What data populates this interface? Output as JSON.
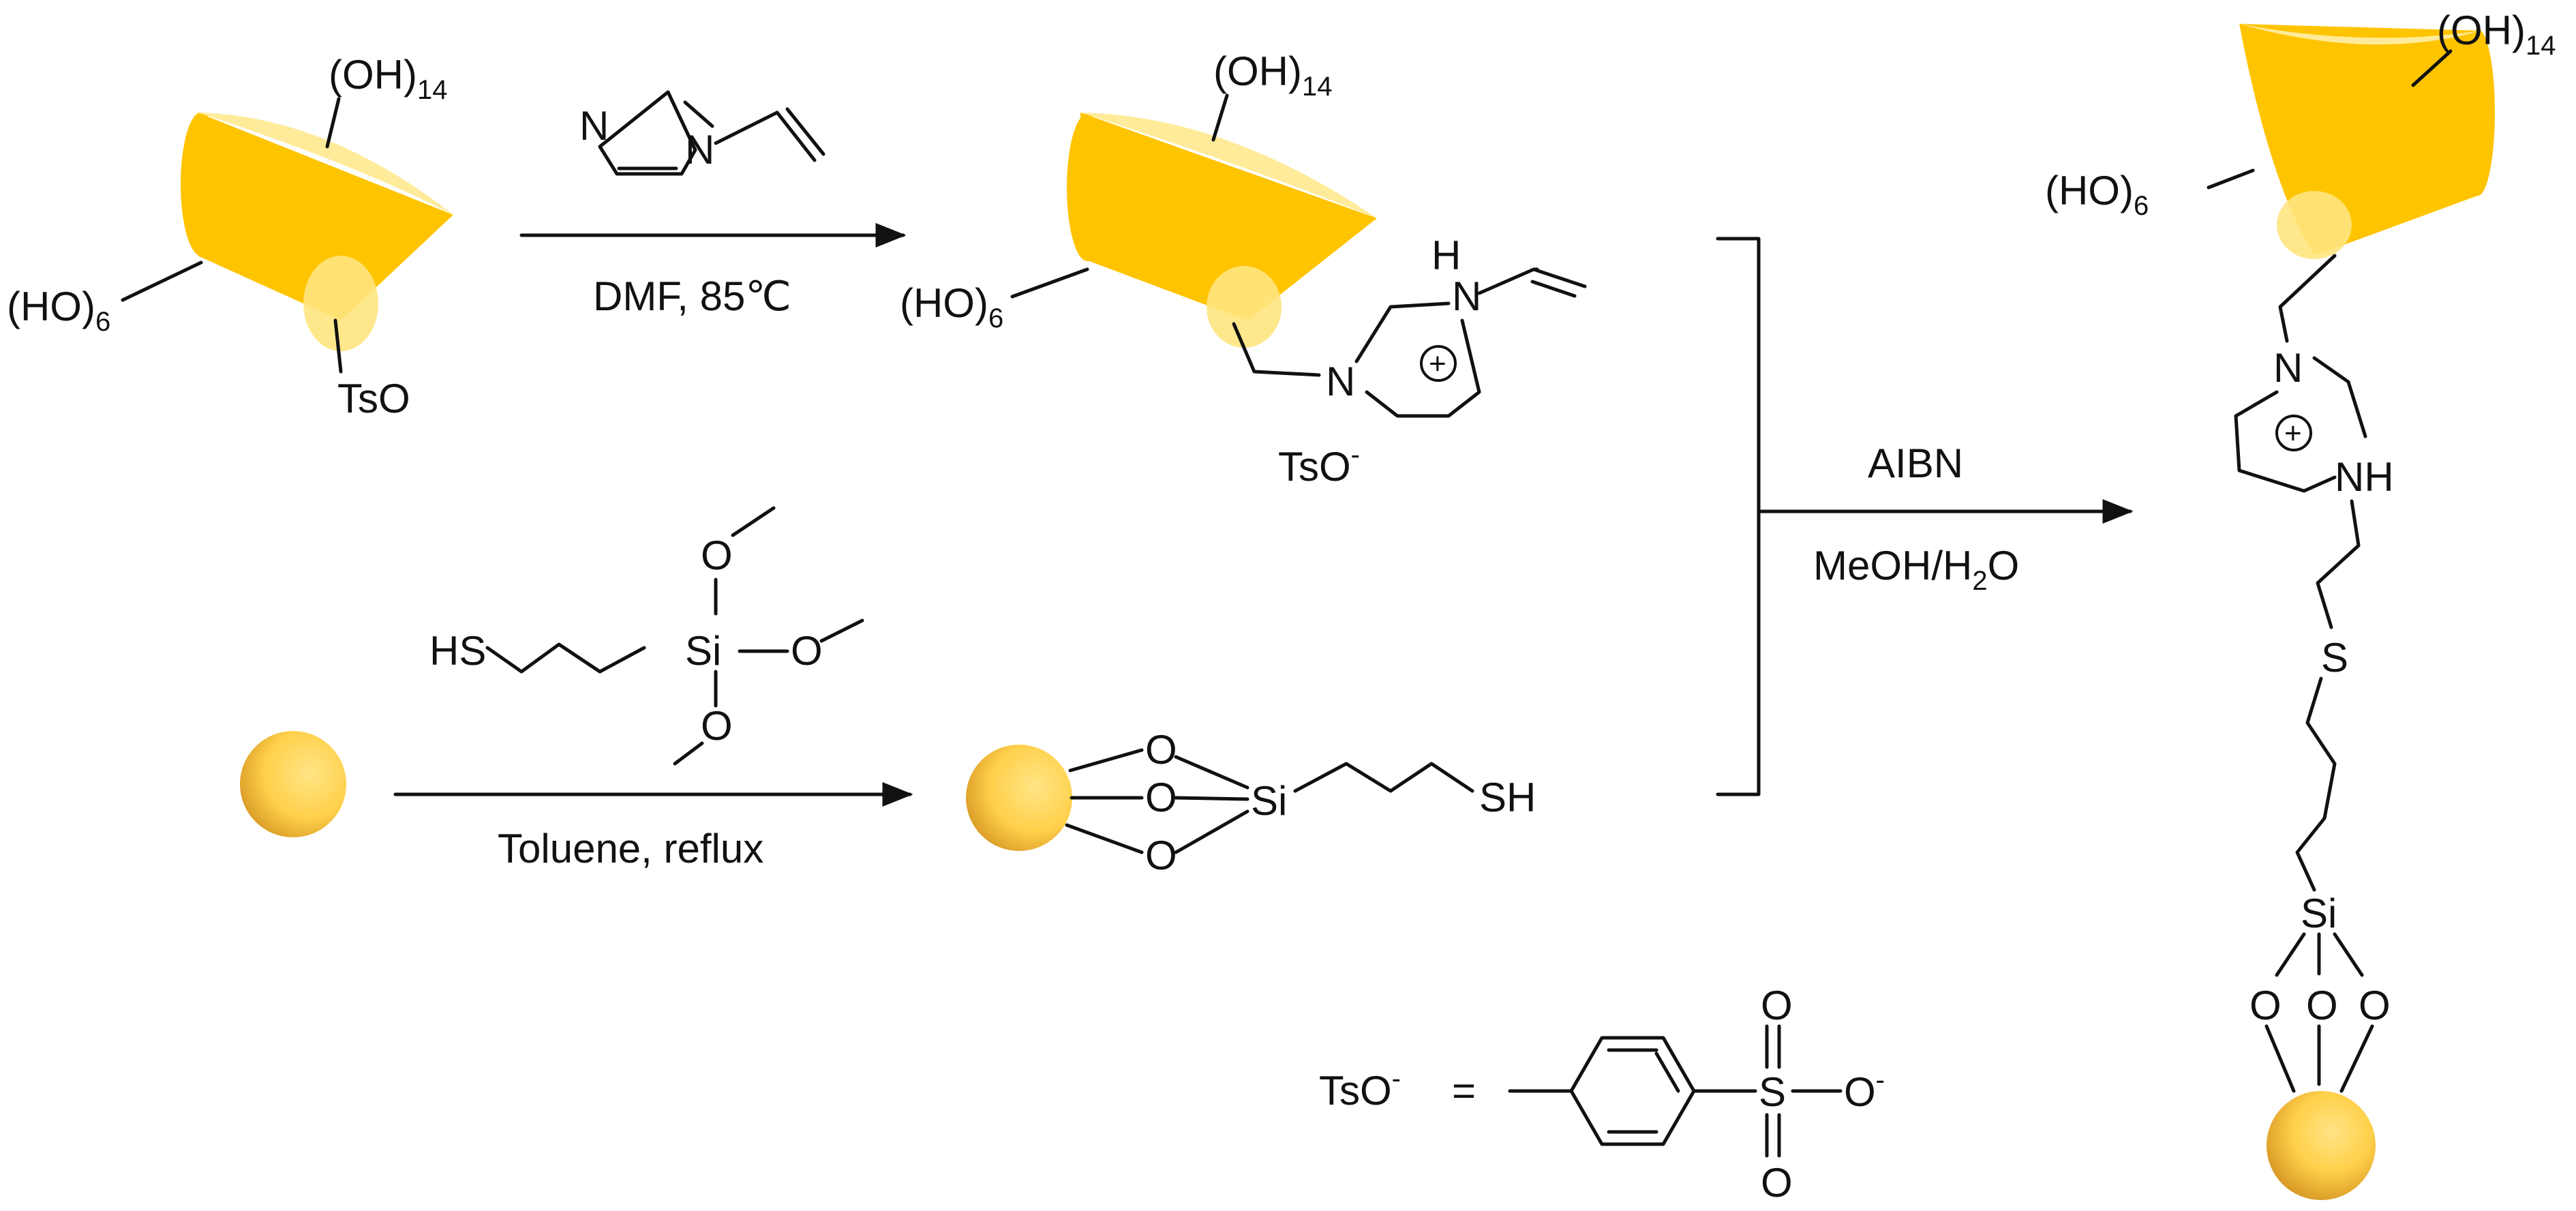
{
  "labels": {
    "oh14": "(OH)",
    "oh14_sub": "14",
    "ho6": "(HO)",
    "ho6_sub": "6",
    "tso": "TsO",
    "tso_anion_sup": "-",
    "n": "N",
    "h": "H",
    "nh": "NH",
    "s": "S",
    "sh": "SH",
    "hs": "HS",
    "si": "Si",
    "o": "O",
    "plus": "+",
    "equals": "="
  },
  "reagents": {
    "step1_condition": "DMF, 85℃",
    "step2_condition": "Toluene, reflux",
    "step3_reagent": "AIBN",
    "step3_solvent_a": "MeOH/H",
    "step3_solvent_sub": "2",
    "step3_solvent_b": "O"
  },
  "colors": {
    "cone_body": "#FFC400",
    "cone_top": "#FFEB99",
    "cone_bottom": "#FFE680",
    "sphere_light": "#FFE27A",
    "sphere_dark": "#E0A22A",
    "bond": "#111111"
  }
}
